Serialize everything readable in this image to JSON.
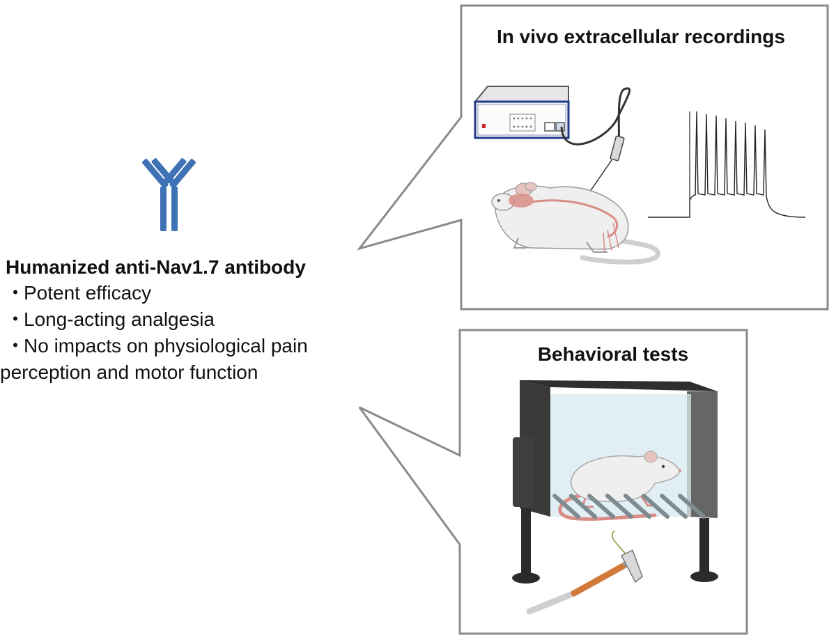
{
  "antibody": {
    "name": "Humanized anti-Nav1.7 antibody",
    "bullet_symbol": "・",
    "bullets": [
      "Potent efficacy",
      "Long-acting analgesia",
      "No impacts on physiological pain"
    ],
    "bullet_continuation": "perception and motor function",
    "icon": "antibody-y-icon",
    "icon_color": "#3f72b5"
  },
  "panels": [
    {
      "title": "In vivo extracellular recordings"
    },
    {
      "title": "Behavioral tests"
    }
  ],
  "colors": {
    "panel_border": "#8a8a8a",
    "antibody_blue": "#3f72b5",
    "rat_body": "#efefef",
    "rat_pink": "#d98c86",
    "device_blue": "#1f3a8a",
    "chamber_dark": "#3a3a3a",
    "chamber_glass": "#dcecf2",
    "hammer_orange": "#d07a3a"
  }
}
